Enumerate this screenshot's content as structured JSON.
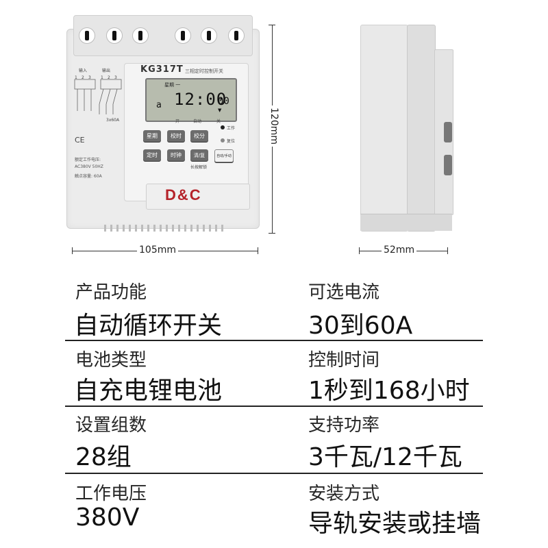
{
  "device": {
    "model": "KG317T",
    "model_subtitle": "三相定时控制开关",
    "input_label": "输入",
    "output_label": "输出",
    "terminal_numbers": [
      "1",
      "2",
      "3",
      "1",
      "2",
      "3"
    ],
    "rating_label": "3x60A",
    "ce_mark": "CE",
    "lcd": {
      "weekday": "星期 一",
      "mode": "a",
      "time": "12:00",
      "seconds": "00",
      "arrow": "▼"
    },
    "mode_labels": [
      "开",
      "自动",
      "关"
    ],
    "work_label": "工作",
    "reset_label": "复位",
    "buttons_row1": [
      "星期",
      "校时",
      "校分"
    ],
    "buttons_row2": [
      "定时",
      "时钟",
      "清/复",
      "自动/手动"
    ],
    "long_press_label": "长按解锁",
    "specs_lines": [
      "额定工作电压:",
      "AC380V   50HZ",
      "触点容量:   60A"
    ],
    "logo": "D&C"
  },
  "dimensions": {
    "height": "120mm",
    "width": "105mm",
    "depth": "52mm"
  },
  "specs": [
    {
      "label": "产品功能",
      "value": "自动循环开关"
    },
    {
      "label": "可选电流",
      "value": "30到60A"
    },
    {
      "label": "电池类型",
      "value": "自充电锂电池"
    },
    {
      "label": "控制时间",
      "value": "1秒到168小时"
    },
    {
      "label": "设置组数",
      "value": "28组"
    },
    {
      "label": "支持功率",
      "value": "3千瓦/12千瓦"
    },
    {
      "label": "工作电压",
      "value": "380V"
    },
    {
      "label": "安装方式",
      "value": "导轨安装或挂墙"
    }
  ],
  "colors": {
    "logo": "#b5232a",
    "button": "#6c6c6c",
    "lcd": "#b7bcae"
  }
}
